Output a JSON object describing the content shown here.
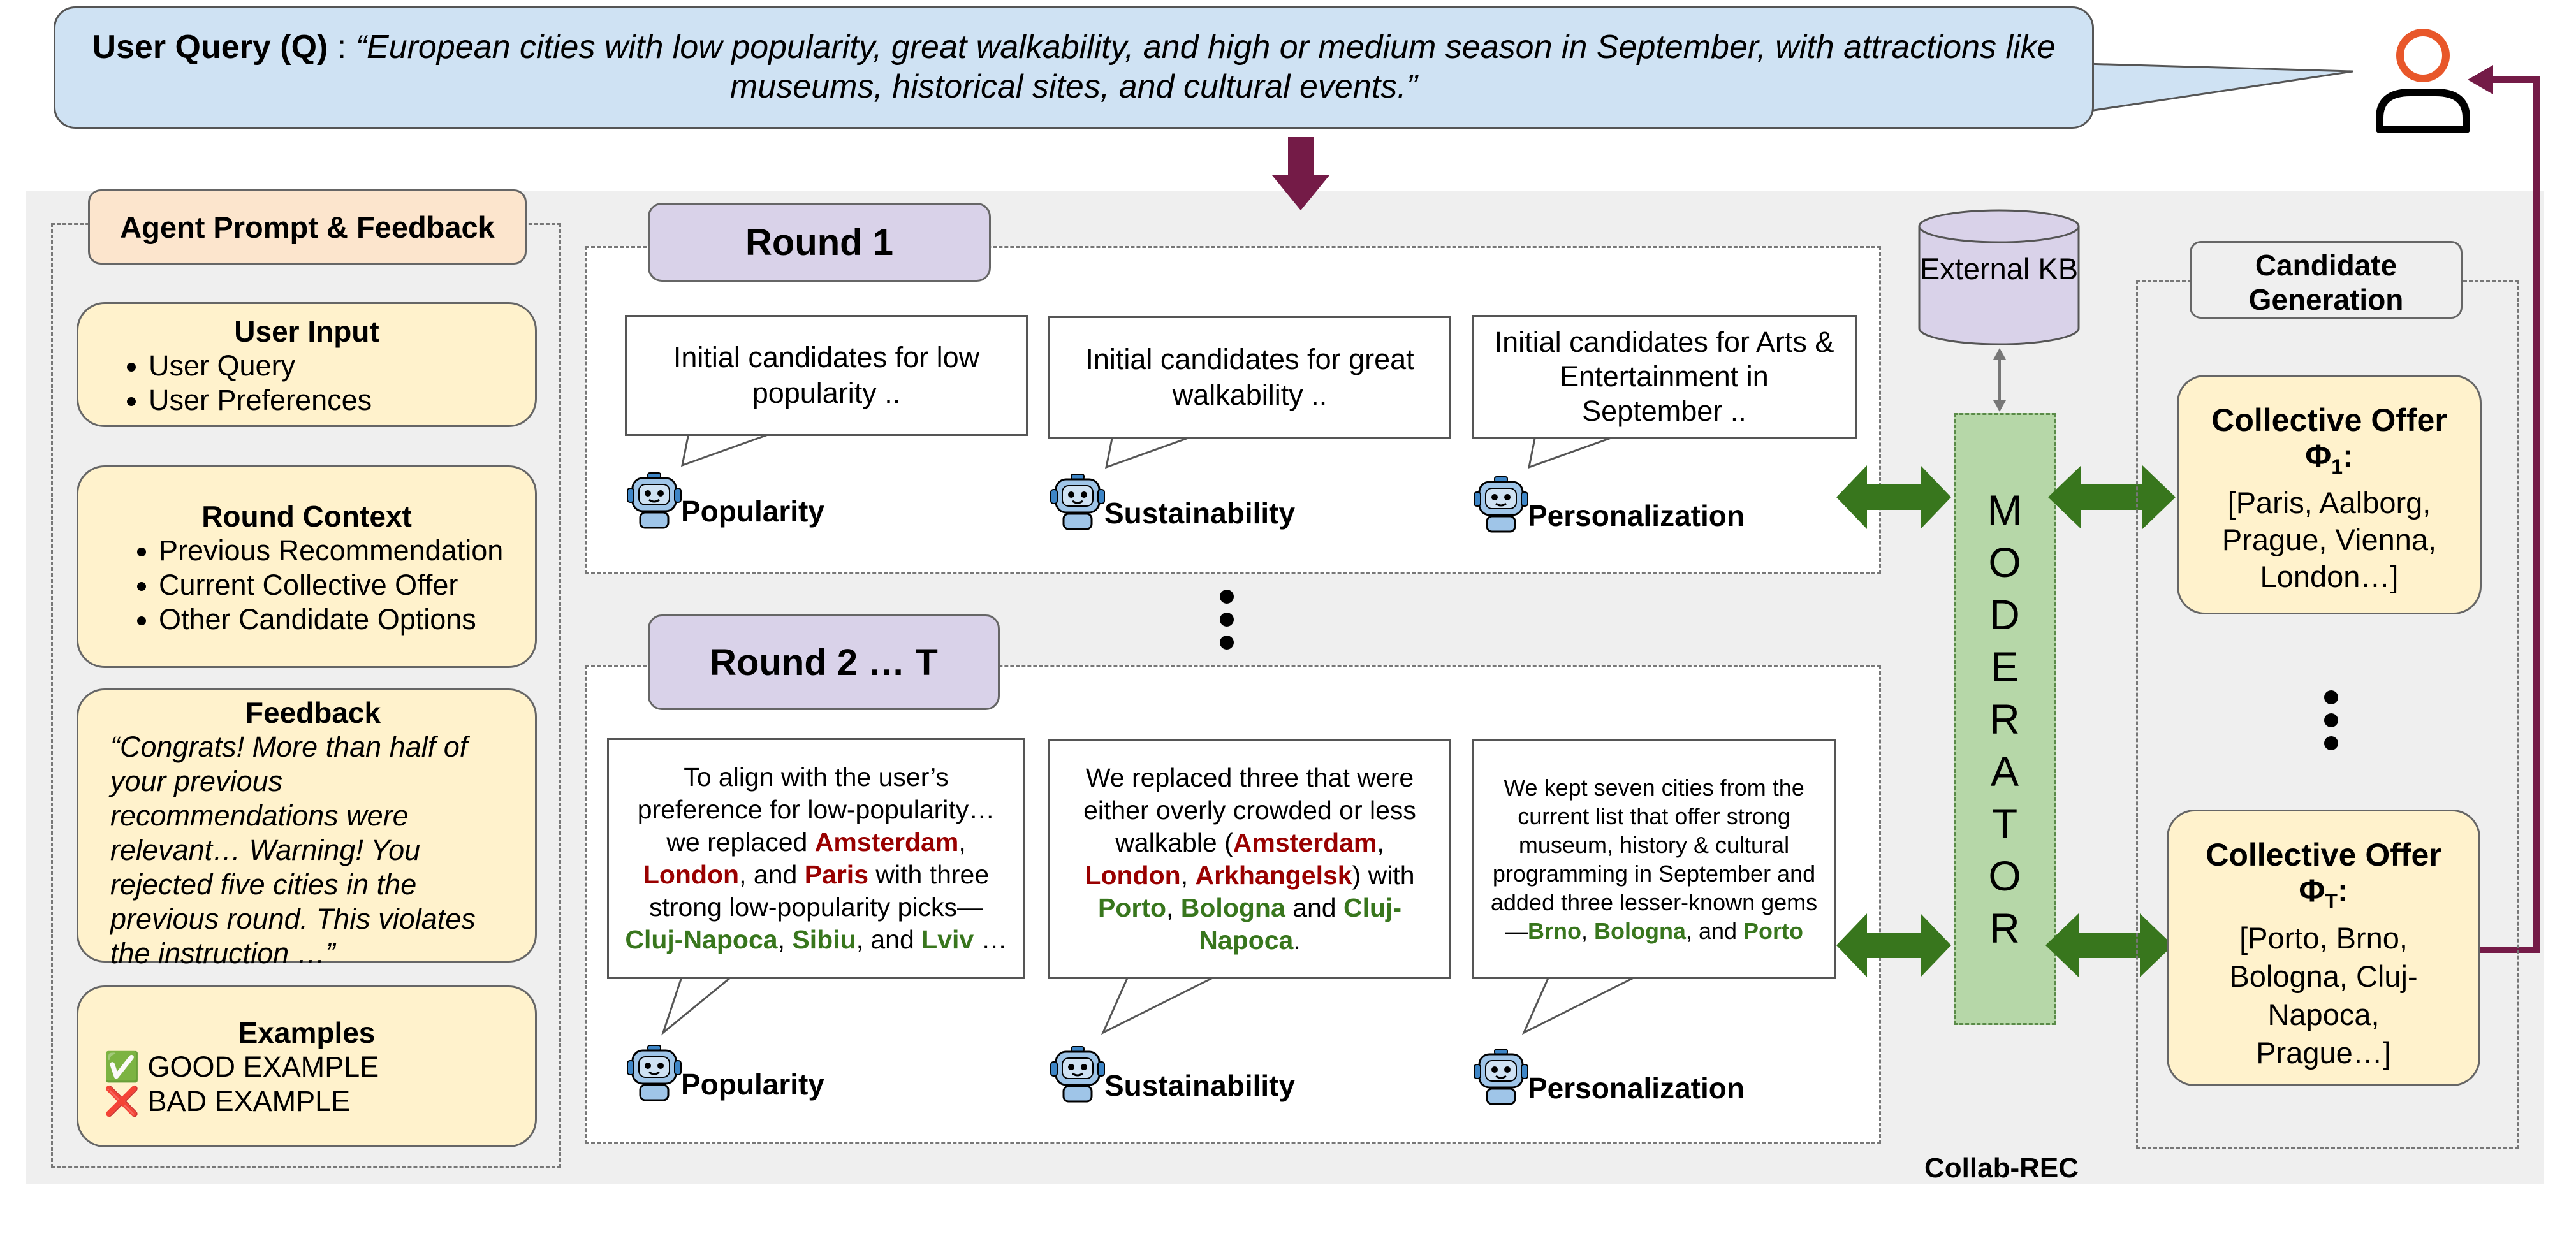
{
  "query": {
    "label": "User Query (Q)",
    "colon": " : ",
    "text": "“European cities with low popularity, great walkability, and high or medium season in September, with attractions like museums, historical sites, and cultural events.”"
  },
  "left_panel": {
    "header": "Agent Prompt & Feedback",
    "user_input": {
      "title": "User Input",
      "items": [
        "User Query",
        "User Preferences"
      ]
    },
    "round_context": {
      "title": "Round Context",
      "items": [
        "Previous Recommendation",
        "Current Collective Offer",
        "Other Candidate Options"
      ]
    },
    "feedback": {
      "title": "Feedback",
      "text": "“Congrats! More than half of your previous recommendations were relevant… Warning! You rejected five cities in the previous round. This violates the instruction …”"
    },
    "examples": {
      "title": "Examples",
      "good_icon": "✅",
      "good": "GOOD EXAMPLE",
      "bad_icon": "❌",
      "bad": "BAD EXAMPLE"
    }
  },
  "round1": {
    "title": "Round 1",
    "agents": [
      {
        "label": "Popularity",
        "text": "Initial candidates for low popularity .."
      },
      {
        "label": "Sustainability",
        "text": "Initial candidates for great walkability .."
      },
      {
        "label": "Personalization",
        "text": "Initial candidates for Arts & Entertainment in September .."
      }
    ]
  },
  "round2": {
    "title": "Round 2 … T",
    "agents": [
      {
        "label": "Popularity"
      },
      {
        "label": "Sustainability"
      },
      {
        "label": "Personalization"
      }
    ],
    "pop": {
      "t1": "To align with the user’s preference for low-popularity… we replaced ",
      "c1": "Amsterdam",
      "t2": ", ",
      "c2": "London",
      "t3": ", and ",
      "c3": "Paris",
      "t4": " with three strong low-popularity picks—",
      "g1": "Cluj-Napoca",
      "t5": ", ",
      "g2": "Sibiu",
      "t6": ", and ",
      "g3": "Lviv",
      "t7": " …"
    },
    "sus": {
      "t1": "We replaced three that were either overly crowded or less walkable (",
      "c1": "Amsterdam",
      "t2": ", ",
      "c2": "London",
      "t3": ", ",
      "c3": "Arkhangelsk",
      "t4": ") with ",
      "g1": "Porto",
      "t5": ", ",
      "g2": "Bologna",
      "t6": " and ",
      "g3": "Cluj-Napoca",
      "t7": "."
    },
    "per": {
      "t1": "We kept seven cities from the current list that offer strong museum, history & cultural programming in September and added three lesser-known gems—",
      "g1": "Brno",
      "t2": ", ",
      "g2": "Bologna",
      "t3": ", and ",
      "g3": "Porto"
    }
  },
  "external_kb": "External KB",
  "moderator": [
    "M",
    "O",
    "D",
    "E",
    "R",
    "A",
    "T",
    "O",
    "R"
  ],
  "candidate": {
    "header": "Candidate Generation",
    "offer1": {
      "title": "Collective Offer",
      "phi": "Φ",
      "sub": "1",
      "colon": ":",
      "list": "[Paris, Aalborg, Prague, Vienna, London…]"
    },
    "offerT": {
      "title": "Collective Offer",
      "phi": "Φ",
      "sub": "T",
      "colon": ":",
      "list": "[Porto, Brno, Bologna, Cluj-Napoca, Prague…]"
    }
  },
  "footer_label": "Collab-REC",
  "colors": {
    "arrow_green": "#38761d",
    "arrow_maroon": "#741b47",
    "moderator_fill": "#b6d7a8",
    "kb_fill": "#d9d2e9",
    "user_icon": "#e8572a"
  },
  "icons": {
    "user": "user-icon",
    "robot": "robot-icon"
  }
}
